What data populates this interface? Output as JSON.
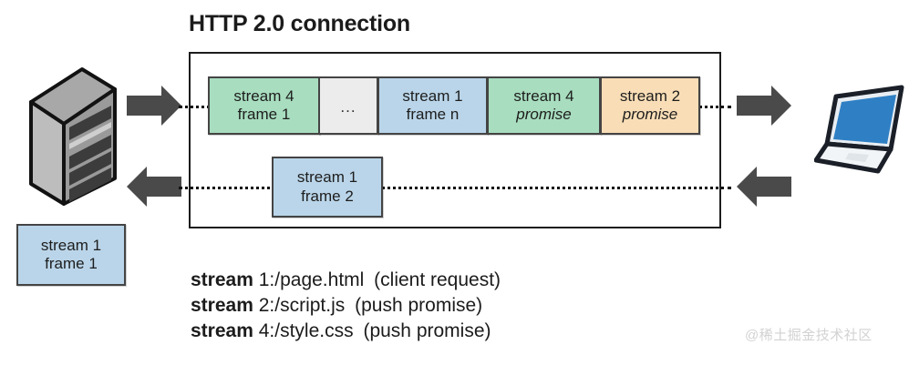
{
  "title": "HTTP 2.0 connection",
  "colors": {
    "green": "#a8ddbf",
    "blue": "#bad5e9",
    "orange": "#f8ddb6",
    "gray": "#ececec",
    "arrow": "#4a4a4a",
    "border": "#1c1c1c",
    "laptop_screen": "#2f7fc4",
    "watermark": "#d2d2d2"
  },
  "connection": {
    "top_row_frames": [
      {
        "line1": "stream 4",
        "line2": "frame 1",
        "color": "green",
        "italic": false
      },
      {
        "line1": "",
        "line2": "...",
        "color": "gray",
        "italic": false
      },
      {
        "line1": "stream 1",
        "line2": "frame n",
        "color": "blue",
        "italic": false
      },
      {
        "line1": "stream 4",
        "line2": "promise",
        "color": "green",
        "italic": true
      },
      {
        "line1": "stream 2",
        "line2": "promise",
        "color": "orange",
        "italic": true
      }
    ],
    "bottom_row_frames": [
      {
        "line1": "stream 1",
        "line2": "frame 2",
        "color": "blue",
        "italic": false
      }
    ],
    "ellipsis": "..."
  },
  "client_side_frame": {
    "line1": "stream 1",
    "line2": "frame 1",
    "color": "blue"
  },
  "endpoints": {
    "left": "server-icon",
    "right": "laptop-icon"
  },
  "arrows": [
    {
      "name": "arrow-server-to-conn",
      "direction": "right"
    },
    {
      "name": "arrow-conn-to-server",
      "direction": "left"
    },
    {
      "name": "arrow-conn-to-client",
      "direction": "right"
    },
    {
      "name": "arrow-client-to-conn",
      "direction": "left"
    }
  ],
  "legend": [
    {
      "label": "stream",
      "number": "1:",
      "path": "/page.html",
      "note": "(client request)"
    },
    {
      "label": "stream",
      "number": "2:",
      "path": "/script.js",
      "note": "(push promise)"
    },
    {
      "label": "stream",
      "number": "4:",
      "path": "/style.css",
      "note": "(push promise)"
    }
  ],
  "watermark": "@稀土掘金技术社区"
}
